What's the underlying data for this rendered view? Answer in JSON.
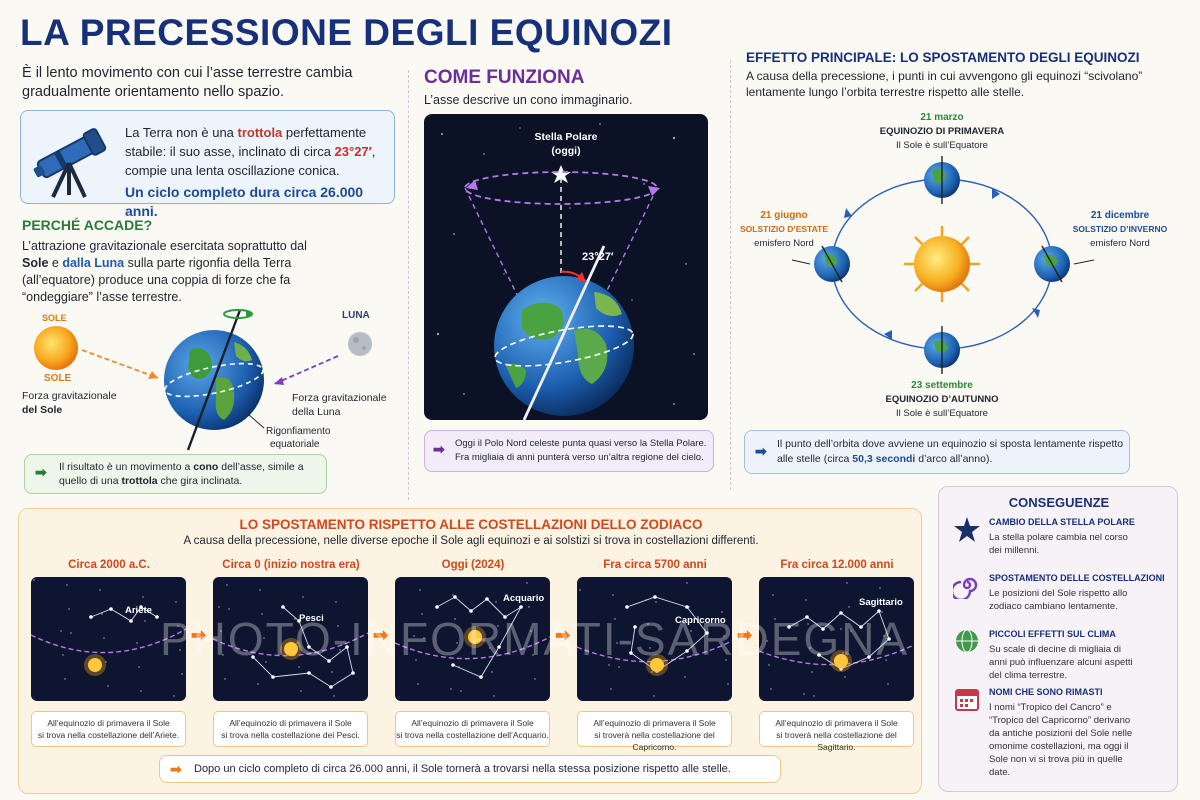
{
  "header": {
    "title": "LA PRECESSIONE DEGLI EQUINOZI",
    "intro": "È il lento movimento con cui l’asse terrestre cambia gradualmente orientamento nello spazio."
  },
  "telescope_box": {
    "line_pre": "La Terra non è una ",
    "trottola": "trottola",
    "line_mid": " perfettamente stabile: il suo asse, inclinato di circa ",
    "angle": "23°27′",
    "line_post": ", compie una lenta oscillazione conica.",
    "cycle": "Un ciclo completo dura circa 26.000 anni."
  },
  "why": {
    "heading": "PERCHÉ ACCADE?",
    "t1": "L’attrazione gravitazionale esercitata soprattutto dal ",
    "sole": "Sole",
    "t2": " e ",
    "dalla_luna": "dalla Luna",
    "t3": " sulla parte rigonfia della Terra (all’equatore) produce una coppia di forze che fa “ondeggiare” l’asse terrestre.",
    "sun_label_top": "SOLE",
    "sun_label": "SOLE",
    "moon_label": "LUNA",
    "force_sun": "Forza gravitazionale",
    "force_sun_2": "del Sole",
    "force_moon": "Forza gravitazionale",
    "force_moon_2": "della Luna",
    "bulge": "Rigonfiamento",
    "bulge_2": "equatoriale",
    "result_pre": "Il risultato è un movimento a ",
    "cono": "cono",
    "result_mid": " dell’asse, simile a quello di una ",
    "trottola": "trottola",
    "result_post": " che gira inclinata."
  },
  "how": {
    "heading": "COME FUNZIONA",
    "sub": "L’asse descrive un cono immaginario.",
    "star_label": "Stella Polare",
    "star_label_2": "(oggi)",
    "angle": "23°27′",
    "note": "Oggi il Polo Nord celeste punta quasi verso la Stella Polare. Fra migliaia di anni punterà verso un’altra regione del cielo."
  },
  "effect": {
    "heading": "EFFETTO PRINCIPALE: LO SPOSTAMENTO DEGLI EQUINOZI",
    "sub": "A causa della precessione, i punti in cui avvengono gli equinozi “scivolano” lentamente lungo l’orbita terrestre rispetto alle stelle.",
    "march_date": "21 marzo",
    "march_name": "EQUINOZIO DI PRIMAVERA",
    "march_desc": "Il Sole è sull’Equatore",
    "june_date": "21 giugno",
    "june_name": "SOLSTIZIO D’ESTATE",
    "june_desc": "emisfero Nord",
    "dec_date": "21 dicembre",
    "dec_name": "SOLSTIZIO D’INVERNO",
    "dec_desc": "emisfero Nord",
    "sep_date": "23 settembre",
    "sep_name": "EQUINOZIO D’AUTUNNO",
    "sep_desc": "Il Sole è sull’Equatore",
    "note_pre": "Il punto dell’orbita dove avviene un equinozio si sposta lentamente rispetto alle stelle (circa ",
    "note_val": "50,3 secondi",
    "note_post": " d’arco all’anno)."
  },
  "zodiac": {
    "heading": "LO SPOSTAMENTO RISPETTO ALLE COSTELLAZIONI DELLO ZODIACO",
    "sub": "A causa della precessione, nelle diverse epoche il Sole agli equinozi e ai solstizi si trova in costellazioni differenti.",
    "eras": [
      {
        "title": "Circa 2000 a.C.",
        "name": "Ariete",
        "cap1": "All’equinozio di primavera il Sole",
        "cap2": "si trova nella costellazione dell’Ariete."
      },
      {
        "title": "Circa 0 (inizio nostra era)",
        "name": "Pesci",
        "cap1": "All’equinozio di primavera il Sole",
        "cap2": "si trova nella costellazione dei Pesci."
      },
      {
        "title": "Oggi (2024)",
        "name": "Acquario",
        "cap1": "All’equinozio di primavera il Sole",
        "cap2": "si trova nella costellazione dell’Acquario."
      },
      {
        "title": "Fra circa 5700 anni",
        "name": "Capricorno",
        "cap1": "All’equinozio di primavera il Sole",
        "cap2": "si troverà nella costellazione del Capricorno."
      },
      {
        "title": "Fra circa 12.000 anni",
        "name": "Sagittario",
        "cap1": "All’equinozio di primavera il Sole",
        "cap2": "si troverà nella costellazione del Sagittario."
      }
    ],
    "footer": "Dopo un ciclo completo di circa 26.000 anni, il Sole tornerà a trovarsi nella stessa posizione rispetto alle stelle."
  },
  "consequences": {
    "heading": "CONSEGUENZE",
    "items": [
      {
        "icon": "star-icon",
        "title": "CAMBIO DELLA STELLA POLARE",
        "text": "La stella polare cambia nel corso dei millenni."
      },
      {
        "icon": "spiral-icon",
        "title": "SPOSTAMENTO DELLE COSTELLAZIONI",
        "text": "Le posizioni del Sole rispetto allo zodiaco cambiano lentamente."
      },
      {
        "icon": "globe-icon",
        "title": "PICCOLI EFFETTI SUL CLIMA",
        "text": "Su scale di decine di migliaia di anni può influenzare alcuni aspetti del clima terrestre."
      },
      {
        "icon": "calendar-icon",
        "title": "NOMI CHE SONO RIMASTI",
        "text": "I nomi “Tropico del Cancro” e “Tropico del Capricorno” derivano da antiche posizioni del Sole nelle omonime costellazioni, ma oggi il Sole non vi si trova più in quelle date."
      }
    ]
  },
  "watermark": "PHOTO-INFORMATI-SARDEGNA",
  "colors": {
    "title": "#17307a",
    "accent_green": "#2a7a38",
    "accent_purple": "#6a2f98",
    "accent_orange": "#d0481c",
    "danger": "#d12c2c"
  }
}
